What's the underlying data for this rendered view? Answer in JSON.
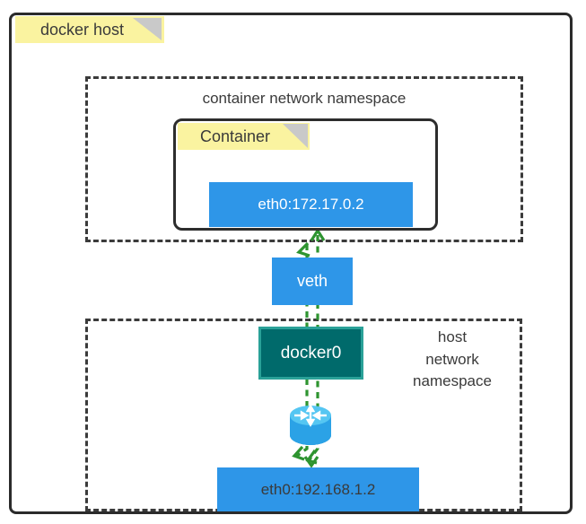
{
  "host_box": {
    "label": "docker host"
  },
  "container_namespace": {
    "title": "container network namespace",
    "container": {
      "label": "Container",
      "eth0": "eth0:172.17.0.2"
    }
  },
  "veth": {
    "label": "veth"
  },
  "host_namespace": {
    "title_lines": [
      "host",
      "network",
      "namespace"
    ],
    "bridge": {
      "label": "docker0"
    },
    "eth0": "eth0:192.168.1.2"
  },
  "icons": {
    "router": "router-icon",
    "note_fold": "folded-corner-icon"
  },
  "colors": {
    "node_blue": "#2e96e8",
    "bridge_teal_fill": "#006a6b",
    "bridge_teal_border": "#2aa198",
    "note_yellow": "#faf3a0",
    "fold_gray": "#c9c9c9",
    "arrow_green": "#2e9430",
    "border_dark": "#2b2b2b",
    "dashed_border": "#3b3b3b",
    "text_dark": "#3a3a3a",
    "router_top_blue": "#55c6f2",
    "router_body_blue": "#2ba2e6"
  }
}
